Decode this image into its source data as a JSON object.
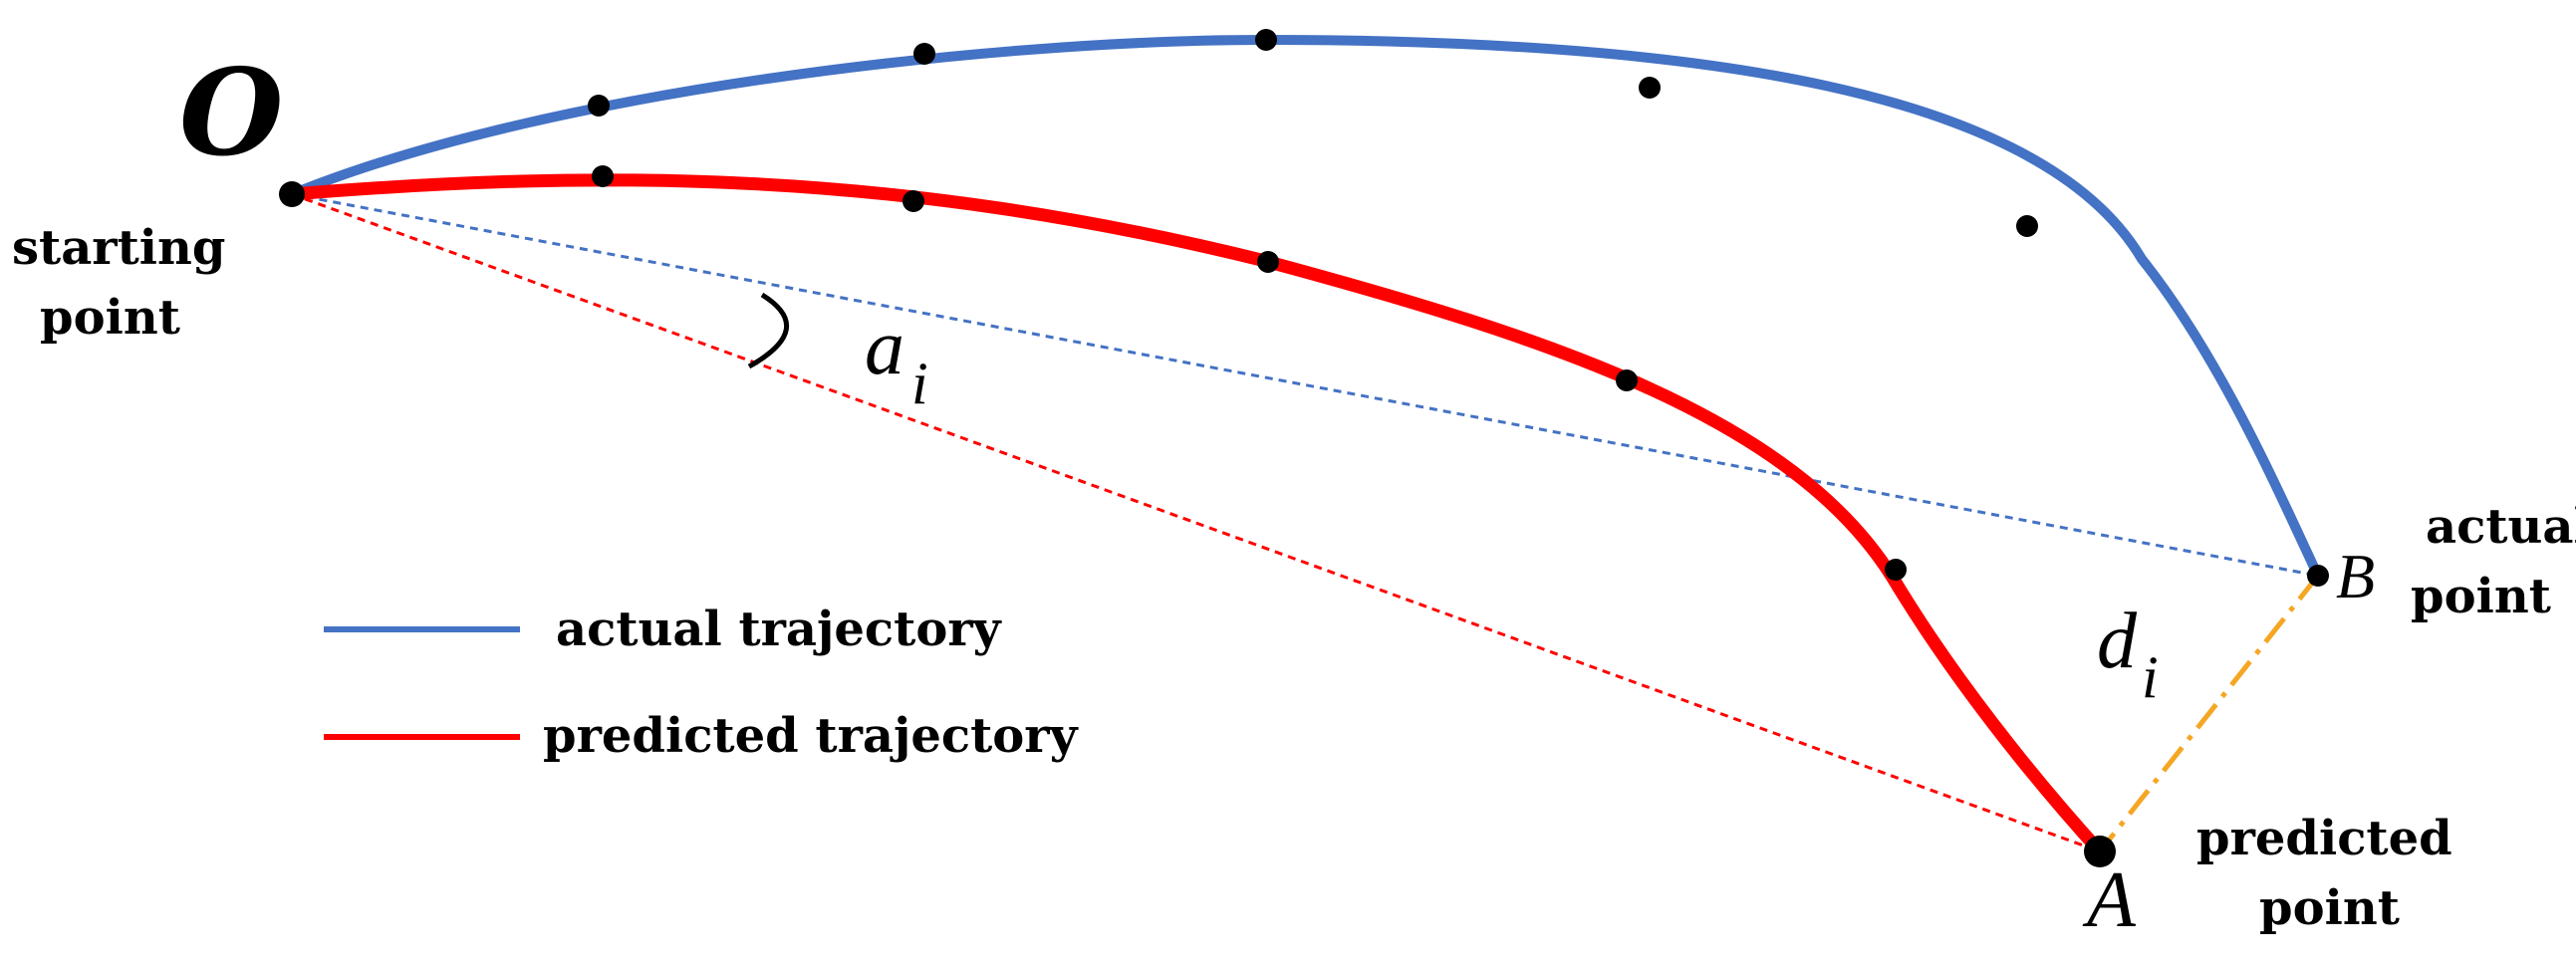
{
  "labels": {
    "origin": "O",
    "starting_point_line1": "starting",
    "starting_point_line2": "point",
    "angle_symbol": "a",
    "angle_subscript": "i",
    "distance_symbol": "d",
    "distance_subscript": "i",
    "point_b": "B",
    "point_a": "A",
    "actual_point_line1": "actual",
    "actual_point_line2": "point",
    "predicted_point_line1": "predicted",
    "predicted_point_line2": "point"
  },
  "legend": [
    {
      "label": "actual trajectory",
      "color": "#4472c4"
    },
    {
      "label": "predicted trajectory",
      "color": "#ff0000"
    }
  ],
  "colors": {
    "actual": "#4472c4",
    "predicted": "#ff0000",
    "distance": "#f5a623",
    "point": "#000000"
  }
}
